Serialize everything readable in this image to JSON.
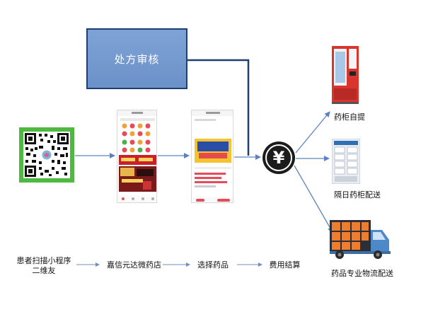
{
  "review": {
    "label": "处方审核"
  },
  "currency": {
    "symbol": "¥"
  },
  "outputs": {
    "pickup": "药柜自提",
    "next_day": "隔日药柜配送",
    "logistics": "药品专业物流配送"
  },
  "steps": {
    "scan_line1": "患者扫描小程序",
    "scan_line2": "二维友",
    "store": "嘉信元达微药店",
    "select": "选择药品",
    "pay": "费用结算"
  }
}
